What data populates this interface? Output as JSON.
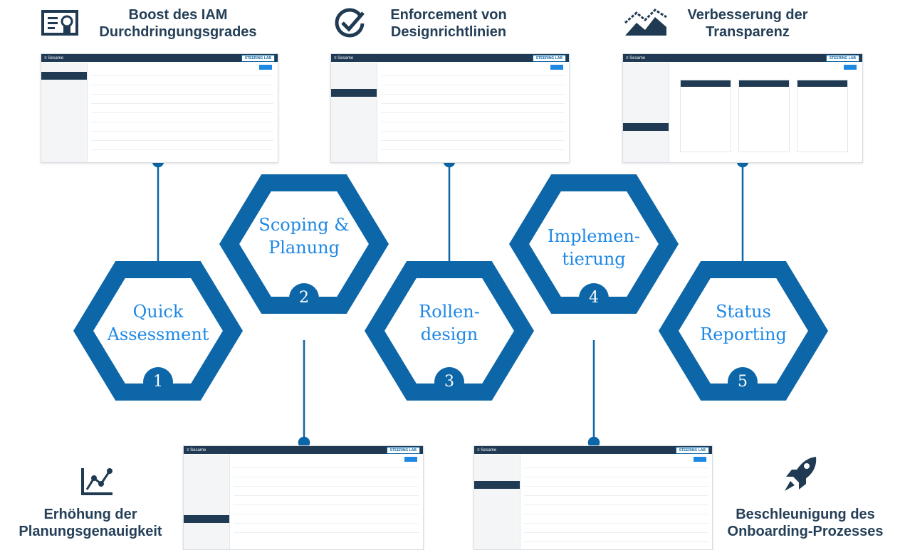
{
  "benefits": {
    "b1": "Boost des IAM\nDurchdringungsgrades",
    "b2": "Enforcement von\nDesignrichtlinien",
    "b3": "Verbesserung der\nTransparenz",
    "b4": "Erhöhung der\nPlanungsgenauigkeit",
    "b5": "Beschleunigung des\nOnboarding-Prozesses"
  },
  "steps": [
    {
      "label": "Quick\nAssessment",
      "number": "1"
    },
    {
      "label": "Scoping &\nPlanung",
      "number": "2"
    },
    {
      "label": "Rollen-\ndesign",
      "number": "3"
    },
    {
      "label": "Implemen-\ntierung",
      "number": "4"
    },
    {
      "label": "Status\nReporting",
      "number": "5"
    }
  ],
  "screenshot": {
    "app_name": "≡ Sesame",
    "logo": "STEERING LAB"
  },
  "colors": {
    "hex_stroke": "#0c66a7",
    "label_text": "#1e88e5",
    "circle": "#0c66a7",
    "dark": "#243f57"
  }
}
